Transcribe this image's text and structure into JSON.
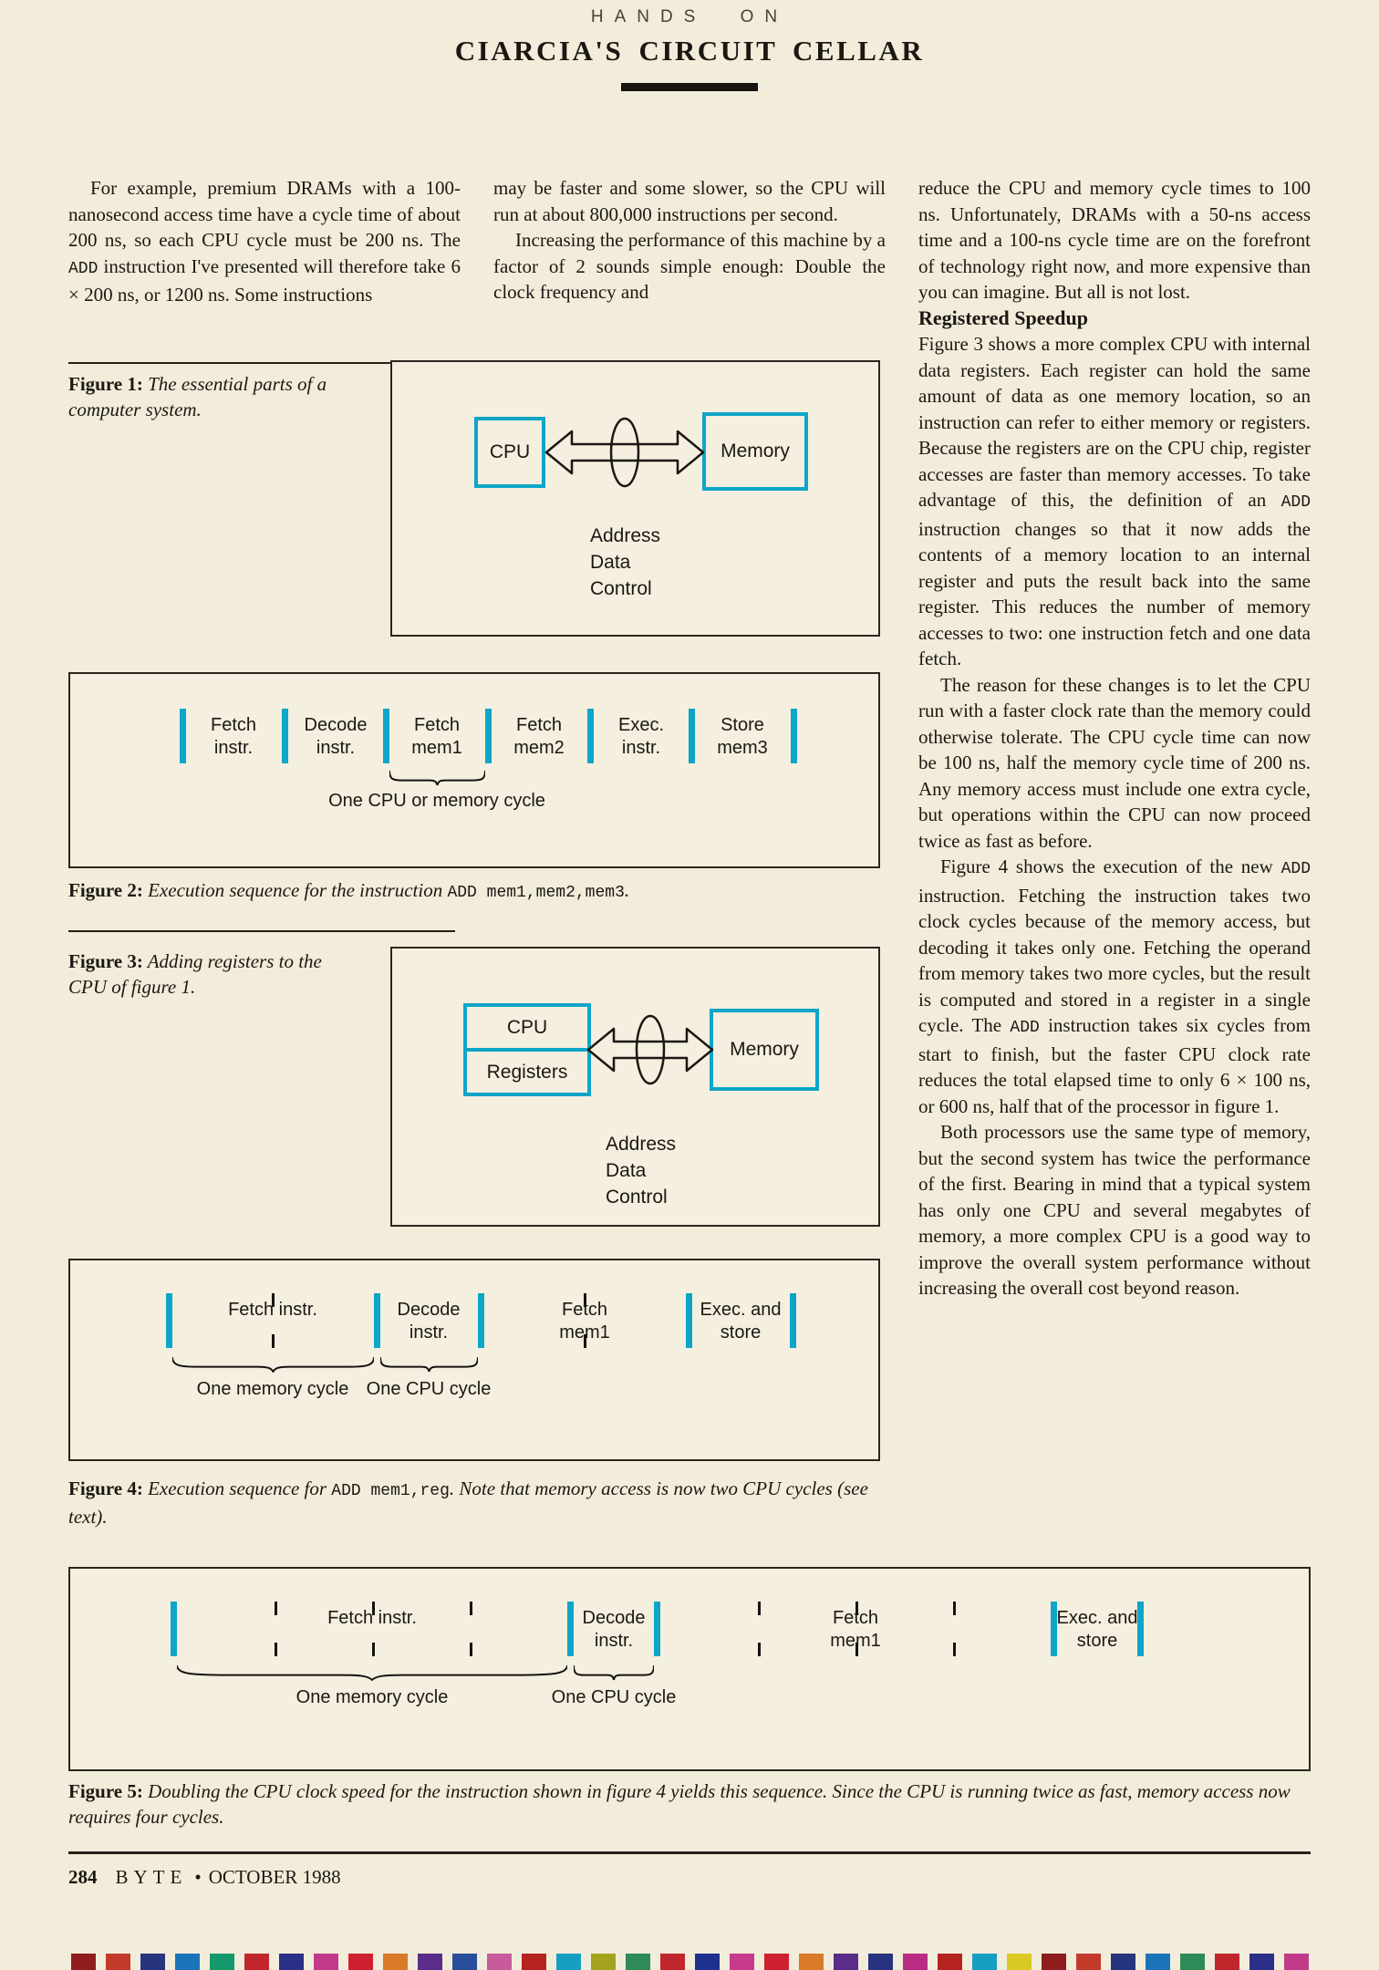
{
  "colors": {
    "paper": "#f2edda",
    "accent_cyan": "#0ea6c8",
    "ink": "#1c1712"
  },
  "header": {
    "kicker": "HANDS ON",
    "title": "CIARCIA'S CIRCUIT CELLAR"
  },
  "article": {
    "col1": {
      "p1": [
        "For example, premium DRAMs with a 100-nanosecond access time have a cycle time of about 200 ns, so each CPU cycle must be 200 ns. The ",
        "ADD",
        " instruction I've presented will therefore take 6 × 200 ns, or 1200 ns. Some instructions"
      ]
    },
    "col2": {
      "p1": "may be faster and some slower, so the CPU will run at about 800,000 instructions per second.",
      "p2": "Increasing the performance of this machine by a factor of 2 sounds simple enough: Double the clock frequency and"
    },
    "col3": {
      "p1": "reduce the CPU and memory cycle times to 100 ns. Unfortunately, DRAMs with a 50-ns access time and a 100-ns cycle time are on the forefront of technology right now, and more expensive than you can imagine. But all is not lost.",
      "heading": "Registered Speedup",
      "p2": [
        "Figure 3 shows a more complex CPU with internal data registers. Each register can hold the same amount of data as one memory location, so an instruction can refer to either memory or registers. Because the registers are on the CPU chip, register accesses are faster than memory accesses. To take advantage of this, the definition of an ",
        "ADD",
        " instruction changes so that it now adds the contents of a memory location to an internal register and puts the result back into the same register. This reduces the number of memory accesses to two: one instruction fetch and one data fetch."
      ],
      "p3": "The reason for these changes is to let the CPU run with a faster clock rate than the memory could otherwise tolerate. The CPU cycle time can now be 100 ns, half the memory cycle time of 200 ns. Any memory access must include one extra cycle, but operations within the CPU can now proceed twice as fast as before.",
      "p4": [
        "Figure 4 shows the execution of the new ",
        "ADD",
        " instruction. Fetching the instruction takes two clock cycles because of the memory access, but decoding it takes only one. Fetching the operand from memory takes two more cycles, but the result is computed and stored in a register in a single cycle. The ",
        "ADD",
        " instruction takes six cycles from start to finish, but the faster CPU clock rate reduces the total elapsed time to only 6 × 100 ns, or 600 ns, half that of the processor in figure 1."
      ],
      "p5": "Both processors use the same type of memory, but the second system has twice the performance of the first. Bearing in mind that a typical system has only one CPU and several megabytes of memory, a more complex CPU is a good way to improve the overall system performance without increasing the overall cost beyond reason."
    }
  },
  "figure1": {
    "caption_label": "Figure 1:",
    "caption_text": " The essential parts of a computer system.",
    "cpu": "CPU",
    "memory": "Memory",
    "bus": [
      "Address",
      "Data",
      "Control"
    ]
  },
  "figure2": {
    "segments": [
      "Fetch instr.",
      "Decode instr.",
      "Fetch mem1",
      "Fetch mem2",
      "Exec. instr.",
      "Store mem3"
    ],
    "brace_label": "One CPU or memory cycle",
    "caption_label": "Figure 2:",
    "caption_parts": [
      " Execution sequence for the instruction ",
      "ADD mem1,mem2,mem3",
      "."
    ]
  },
  "figure3": {
    "caption_label": "Figure 3:",
    "caption_text": " Adding registers to the CPU of figure 1.",
    "cpu": "CPU",
    "registers": "Registers",
    "memory": "Memory",
    "bus": [
      "Address",
      "Data",
      "Control"
    ]
  },
  "figure4": {
    "segments": [
      "Fetch instr.",
      "Decode instr.",
      "Fetch mem1",
      "Exec. and store"
    ],
    "brace_labels": [
      "One memory cycle",
      "One CPU cycle"
    ],
    "caption_label": "Figure 4:",
    "caption_parts": [
      " Execution sequence for ",
      "ADD mem1,reg",
      ". Note that memory access is now two CPU cycles (see text)."
    ]
  },
  "figure5": {
    "segments": [
      "Fetch instr.",
      "Decode instr.",
      "Fetch mem1",
      "Exec. and store"
    ],
    "brace_labels": [
      "One memory cycle",
      "One CPU cycle"
    ],
    "caption_label": "Figure 5:",
    "caption_text": " Doubling the CPU clock speed for the instruction shown in figure 4 yields this sequence. Since the CPU is running twice as fast, memory access now requires four cycles."
  },
  "footer": {
    "page_number": "284",
    "magazine": "BYTE",
    "bullet": "•",
    "issue": "OCTOBER 1988"
  },
  "color_bar": {
    "segments": [
      "#8f1d1d",
      "#c23b2a",
      "#27357e",
      "#1b74b8",
      "#13996b",
      "#c0262c",
      "#2a2f88",
      "#c23a8a",
      "#cf2030",
      "#d87a28",
      "#5a2d8a",
      "#2b4e9a",
      "#c75b9b",
      "#b52320",
      "#169fc0",
      "#a3a31e",
      "#2e8b57",
      "#c0262c",
      "#20318d",
      "#c73a8c",
      "#cf2030",
      "#d87a28",
      "#5a2d8a",
      "#27357e",
      "#b92c84",
      "#b52320",
      "#169fc0",
      "#d9c922",
      "#8f1d1d",
      "#c23b2a",
      "#27357e",
      "#1b74b8",
      "#2e8b57",
      "#c0262c",
      "#2a2f88",
      "#c23a8a"
    ]
  }
}
